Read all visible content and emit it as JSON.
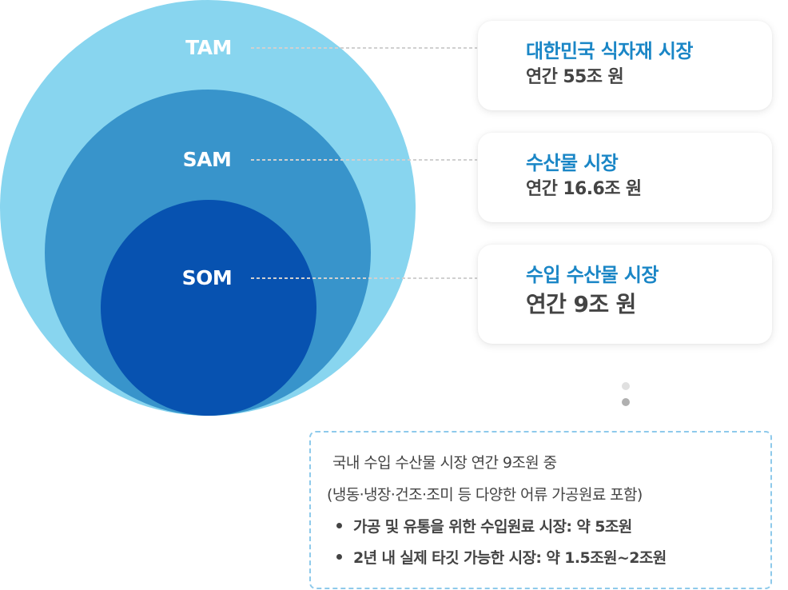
{
  "colors": {
    "tam": "#88d5ef",
    "sam": "#3894cb",
    "som": "#0752b0",
    "accent_title": "#1a86c6",
    "value_text": "#444444",
    "leader_line": "#d0d0d0",
    "note_border": "#8ecaeb",
    "dot_light": "#e0e0e0",
    "dot_dark": "#b0b0b0"
  },
  "markets": [
    {
      "key": "TAM",
      "label": "TAM",
      "title": "대한민국 식자재 시장",
      "value": "연간 55조 원",
      "amount_trillion_krw": 55
    },
    {
      "key": "SAM",
      "label": "SAM",
      "title": "수산물 시장",
      "value": "연간 16.6조 원",
      "amount_trillion_krw": 16.6
    },
    {
      "key": "SOM",
      "label": "SOM",
      "title": "수입 수산물 시장",
      "value": "연간 9조 원",
      "amount_trillion_krw": 9
    }
  ],
  "continuation_icon": "vertical-ellipsis-dots",
  "note": {
    "line1": "국내 수입 수산물 시장 연간 9조원 중",
    "line2": "(냉동·냉장·건조·조미 등 다양한 어류 가공원료 포함)",
    "bullets": [
      "가공 및 유통을 위한 수입원료 시장: 약 5조원",
      "2년 내 실제 타깃 가능한 시장: 약 1.5조원~2조원"
    ]
  }
}
